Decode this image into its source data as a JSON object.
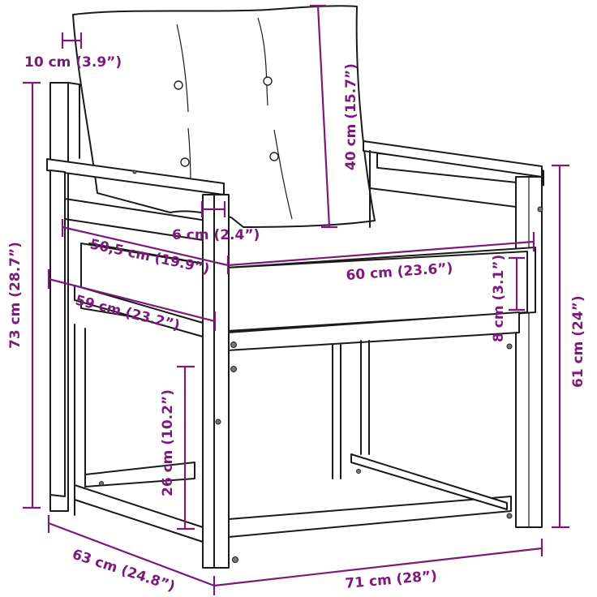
{
  "diagram": {
    "subject": "Garden armchair with cushions - dimensions",
    "accent_color": "#7b1a7a",
    "line_color": "#1a1a1a",
    "dimensions": {
      "cushion_thickness": "10 cm (3.9”)",
      "back_cushion_height": "40 cm (15.7”)",
      "armrest_width": "6 cm (2.4”)",
      "seat_depth_inner": "50,5 cm (19.9”)",
      "seat_width": "60 cm (23.6”)",
      "seat_cushion_thickness": "8 cm (3.1”)",
      "overall_height": "73 cm (28.7”)",
      "arm_height": "61 cm (24”)",
      "seat_depth": "59 cm (23.2”)",
      "seat_height": "26 cm (10.2”)",
      "overall_depth": "63 cm (24.8”)",
      "overall_width": "71 cm (28”)"
    }
  }
}
